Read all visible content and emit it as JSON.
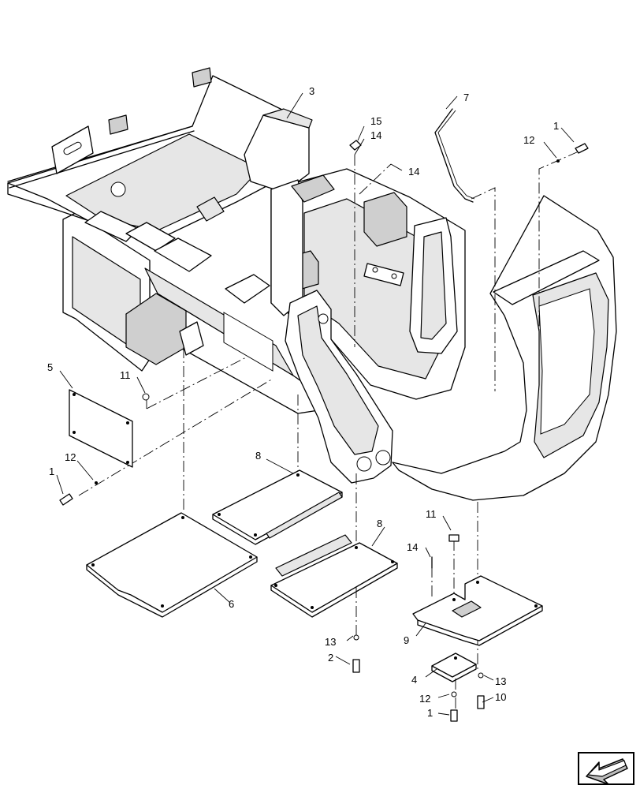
{
  "callouts": [
    {
      "id": "c-3",
      "text": "3"
    },
    {
      "id": "c-7",
      "text": "7"
    },
    {
      "id": "c-15",
      "text": "15"
    },
    {
      "id": "c-14a",
      "text": "14"
    },
    {
      "id": "c-14b",
      "text": "14"
    },
    {
      "id": "c-1a",
      "text": "1"
    },
    {
      "id": "c-12a",
      "text": "12"
    },
    {
      "id": "c-5",
      "text": "5"
    },
    {
      "id": "c-11a",
      "text": "11"
    },
    {
      "id": "c-12b",
      "text": "12"
    },
    {
      "id": "c-1b",
      "text": "1"
    },
    {
      "id": "c-8a",
      "text": "8"
    },
    {
      "id": "c-8b",
      "text": "8"
    },
    {
      "id": "c-6",
      "text": "6"
    },
    {
      "id": "c-11b",
      "text": "11"
    },
    {
      "id": "c-14c",
      "text": "14"
    },
    {
      "id": "c-9",
      "text": "9"
    },
    {
      "id": "c-13a",
      "text": "13"
    },
    {
      "id": "c-2",
      "text": "2"
    },
    {
      "id": "c-4",
      "text": "4"
    },
    {
      "id": "c-13b",
      "text": "13"
    },
    {
      "id": "c-12c",
      "text": "12"
    },
    {
      "id": "c-10",
      "text": "10"
    },
    {
      "id": "c-1c",
      "text": "1"
    }
  ],
  "icons": {
    "navigation": "previous-page-arrow-icon"
  },
  "colors": {
    "line": "#000000",
    "background": "#ffffff",
    "shade": "#e6e6e6"
  }
}
